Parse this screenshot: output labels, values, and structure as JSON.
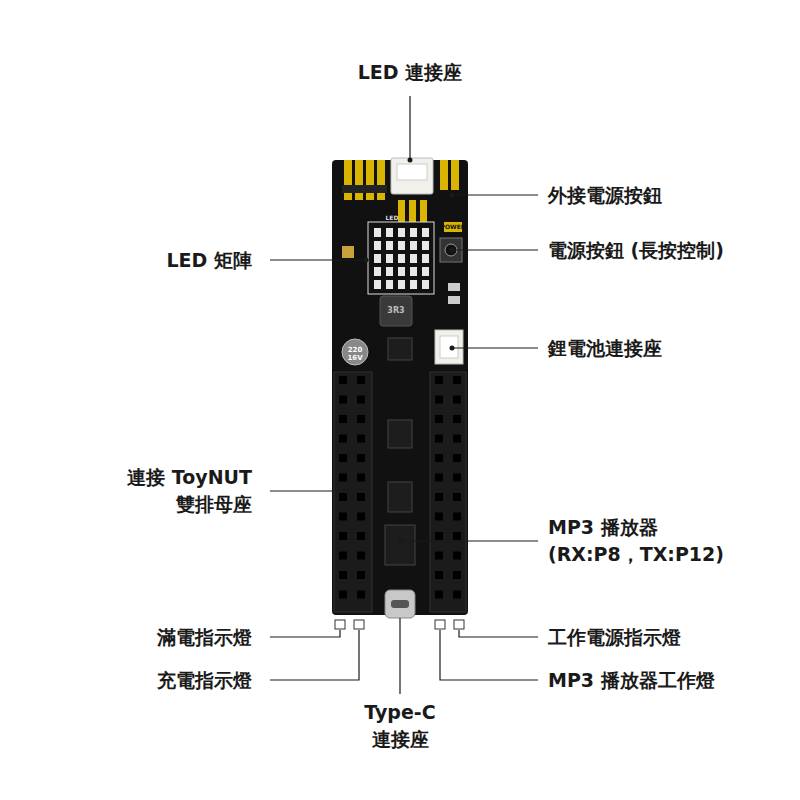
{
  "diagram": {
    "labels": [
      "LED 連接座",
      "外接電源按鈕",
      "LED 矩陣",
      "電源按鈕 (長按控制)",
      "鋰電池連接座",
      "連接 ToyNUT 雙排母座",
      "MP3 播放器 (RX:P8，TX:P12)",
      "滿電指示燈",
      "工作電源指示燈",
      "充電指示燈",
      "MP3 播放器工作燈",
      "Type-C 連接座",
      "POWER",
      "LED",
      "3R3",
      "220",
      "16V"
    ]
  }
}
